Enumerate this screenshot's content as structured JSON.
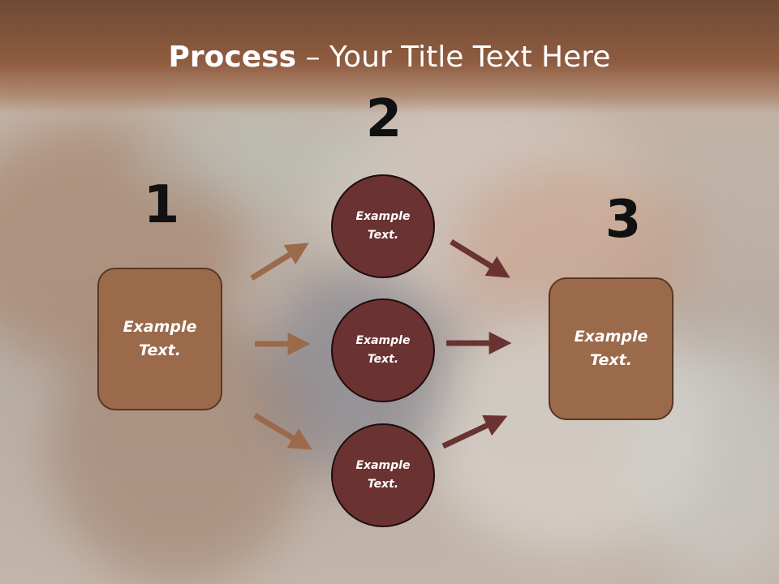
{
  "title": {
    "bold": "Process",
    "rest": " – Your Title Text Here"
  },
  "steps": {
    "one": "1",
    "two": "2",
    "three": "3"
  },
  "left_box": {
    "text": "Example\nText."
  },
  "right_box": {
    "text": "Example\nText."
  },
  "circles": [
    {
      "text": "Example\nText."
    },
    {
      "text": "Example\nText."
    },
    {
      "text": "Example\nText."
    }
  ],
  "colors": {
    "title_band": "#8f5c40",
    "box_fill": "#9a6a4b",
    "circle_fill": "#6b3232",
    "arrow_light": "#9a6a4b",
    "arrow_dark": "#6b3232"
  }
}
